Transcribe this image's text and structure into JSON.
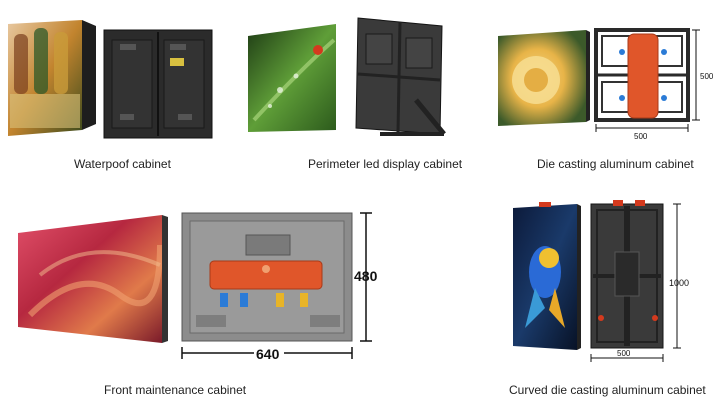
{
  "products": [
    {
      "caption": "Waterpoof cabinet"
    },
    {
      "caption": "Perimeter led display cabinet"
    },
    {
      "caption": "Die casting aluminum cabinet",
      "dims": {
        "height": "500",
        "width": "500"
      }
    },
    {
      "caption": "Front maintenance cabinet",
      "dims": {
        "height": "480",
        "width": "640"
      }
    },
    {
      "caption": "Curved die casting aluminum cabinet",
      "dims": {
        "height": "1000",
        "width": "500"
      }
    }
  ],
  "colors": {
    "cabinet": "#2a2a2a",
    "panel_orange": "#e0562a",
    "connector_blue": "#2b7bd6"
  }
}
